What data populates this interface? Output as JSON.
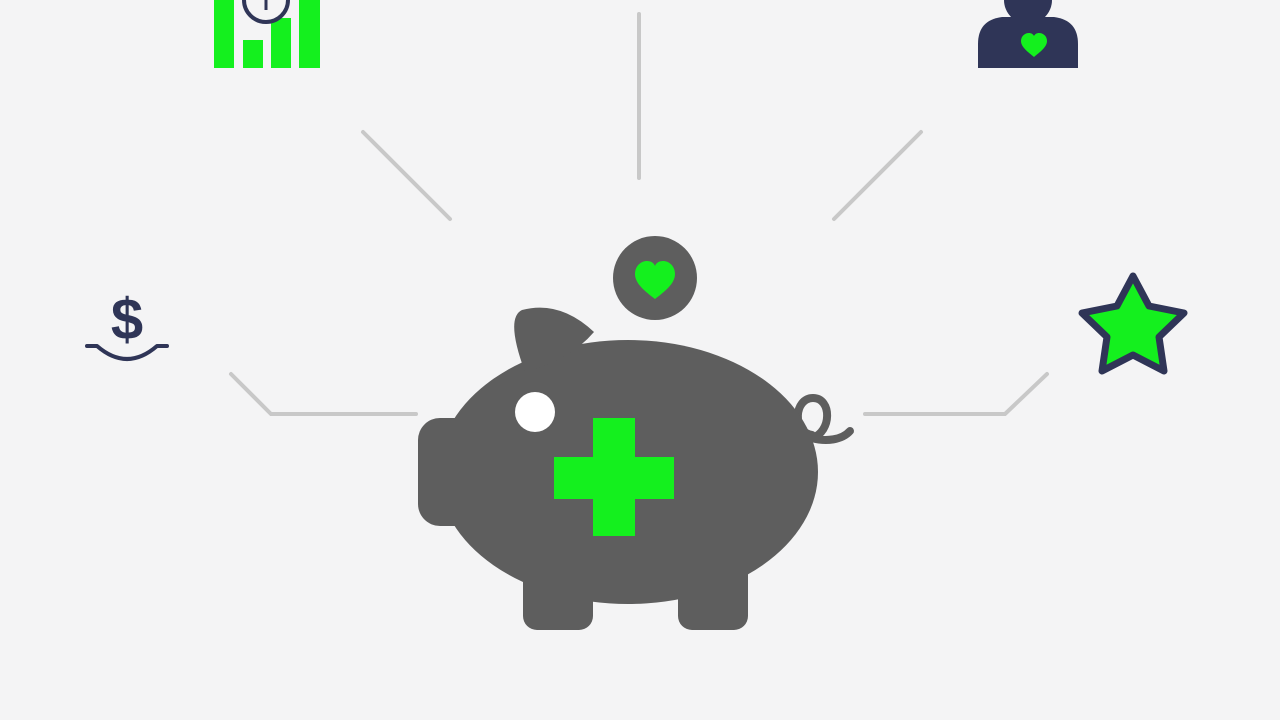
{
  "illustration": {
    "center": {
      "icon": "piggy-bank-icon",
      "emblem": "medical-cross-icon",
      "coin_icon": "heart-coin-icon"
    },
    "satellites": [
      {
        "icon": "bar-chart-clock-icon",
        "position": "top-left"
      },
      {
        "icon": "person-heart-icon",
        "position": "top-right"
      },
      {
        "icon": "dollar-hand-icon",
        "position": "left"
      },
      {
        "icon": "star-icon",
        "position": "right"
      }
    ],
    "colors": {
      "background": "#f4f4f5",
      "pig": "#5e5e5e",
      "accent_green": "#14f01e",
      "navy": "#2f3557",
      "connector": "#c8c8c8",
      "white": "#ffffff"
    }
  }
}
